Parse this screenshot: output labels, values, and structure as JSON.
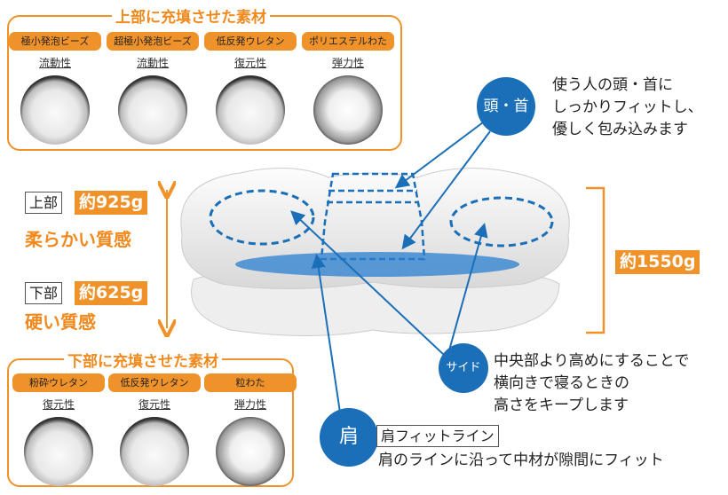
{
  "upper_materials": {
    "title": "上部に充填させた素材",
    "items": [
      {
        "name": "極小発泡ビーズ",
        "property": "流動性"
      },
      {
        "name": "超極小発泡ビーズ",
        "property": "流動性"
      },
      {
        "name": "低反発ウレタン",
        "property": "復元性"
      },
      {
        "name": "ポリエステルわた",
        "property": "弾力性"
      }
    ]
  },
  "lower_materials": {
    "title": "下部に充填させた素材",
    "items": [
      {
        "name": "粉砕ウレタン",
        "property": "復元性"
      },
      {
        "name": "低反発ウレタン",
        "property": "復元性"
      },
      {
        "name": "粒わた",
        "property": "弾力性"
      }
    ]
  },
  "weights": {
    "upper_label": "上部",
    "upper_weight": "約925g",
    "upper_feel": "柔らかい質感",
    "lower_label": "下部",
    "lower_weight": "約625g",
    "lower_feel": "硬い質感",
    "total_weight": "約1550g"
  },
  "callouts": {
    "head": {
      "badge": "頭・首",
      "lines": [
        "使う人の頭・首に",
        "しっかりフィットし、",
        "優しく包み込みます"
      ]
    },
    "side": {
      "badge": "サイド",
      "lines": [
        "中央部より高めにすることで",
        "横向きで寝るときの",
        "高さをキープします"
      ]
    },
    "shoulder": {
      "badge": "肩",
      "title": "肩フィットライン",
      "text": "肩のラインに沿って中材が隙間にフィット"
    }
  },
  "colors": {
    "accent": "#f0922a",
    "blue": "#1a6fb8"
  }
}
